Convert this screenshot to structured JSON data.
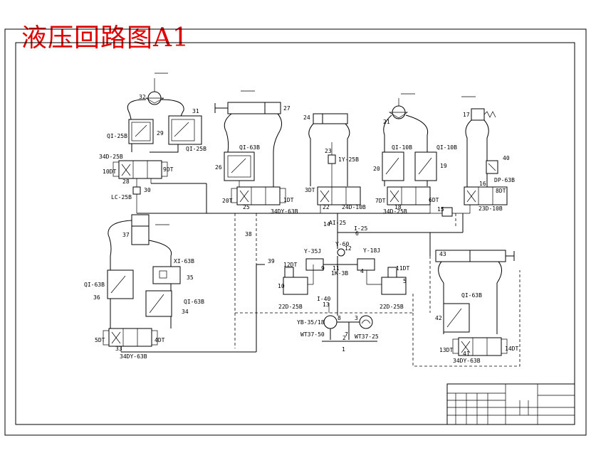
{
  "title": "液压回路图A1",
  "component_labels": {
    "l1": "QI-25B",
    "l2": "QI-25B",
    "l3": "34D-25B",
    "l4": "10DT",
    "l5": "9DT",
    "l6": "LC-25B",
    "l7": "QI-63B",
    "l8": "20T",
    "l9": "1DT",
    "l10": "34DY-63B",
    "l11": "1Y-25B",
    "l12": "3DT",
    "l13": "24D-10B",
    "l14": "QI-10B",
    "l15": "QI-10B",
    "l16": "7DT",
    "l17": "6DT",
    "l18": "34D-25B",
    "l19": "DP-63B",
    "l20": "8DT",
    "l21": "23D-10B",
    "l22": "AI-25",
    "l23": "I-25",
    "l24": "Y-60",
    "l25": "Y-35J",
    "l26": "Y-18J",
    "l27": "1K-3B",
    "l28": "12DT",
    "l29": "11DT",
    "l30": "22D-25B",
    "l31": "22D-25B",
    "l32": "I-40",
    "l33": "YB-35/18",
    "l34": "WT37-50",
    "l35": "WT37-25",
    "l36": "XI-63B",
    "l37": "QI-63B",
    "l38": "QI-63B",
    "l39": "5DT",
    "l40": "4DT",
    "l41": "34DY-63B",
    "l42": "QI-63B",
    "l43": "13DT",
    "l44": "14DT",
    "l45": "34DY-63B"
  },
  "numbers": [
    "32",
    "31",
    "29",
    "28",
    "30",
    "27",
    "26",
    "25",
    "24",
    "23",
    "22",
    "21",
    "20",
    "19",
    "18",
    "17",
    "16",
    "15",
    "14",
    "13",
    "12",
    "11",
    "10",
    "9",
    "8",
    "7",
    "6",
    "5",
    "4",
    "3",
    "2",
    "1",
    "33",
    "34",
    "35",
    "36",
    "37",
    "38",
    "39",
    "40",
    "41",
    "42",
    "43"
  ]
}
